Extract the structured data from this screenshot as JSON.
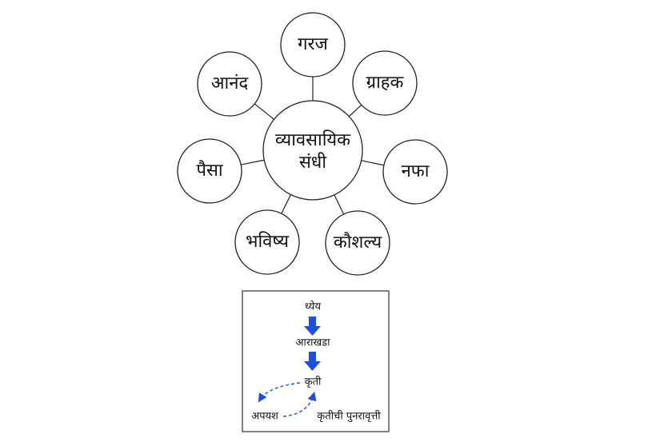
{
  "mind_map": {
    "center": {
      "line1": "व्यावसायिक",
      "line2": "संधी"
    },
    "nodes": [
      {
        "label": "गरज"
      },
      {
        "label": "ग्राहक"
      },
      {
        "label": "नफा"
      },
      {
        "label": "कौशल्य"
      },
      {
        "label": "भविष्य"
      },
      {
        "label": "पैसा"
      },
      {
        "label": "आनंद"
      }
    ]
  },
  "flow_box": {
    "steps": [
      "ध्येय",
      "आराखडा",
      "कृती"
    ],
    "cycle_left": "अपयश",
    "cycle_right": "कृतीची पुनरावृत्ती",
    "arrow_color": "#1f4fe0"
  }
}
